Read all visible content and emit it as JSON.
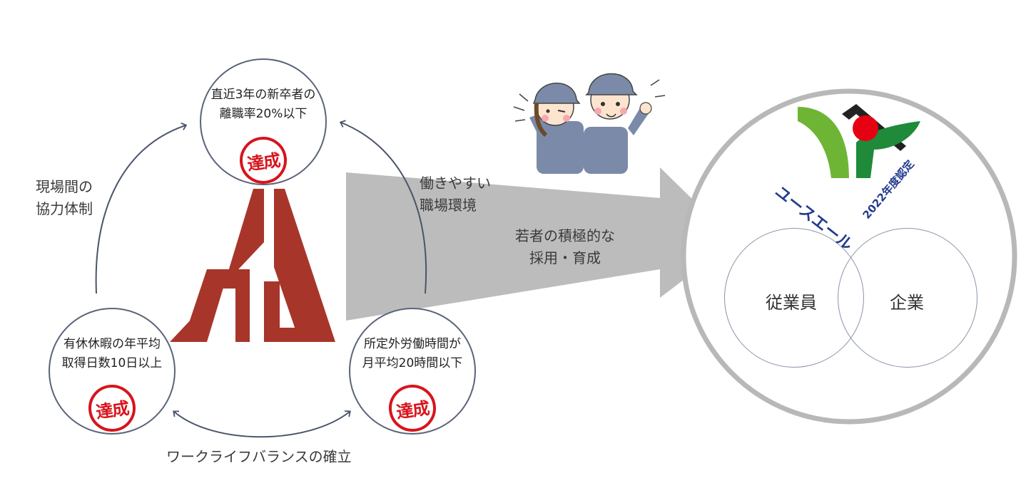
{
  "goals": {
    "top": {
      "line1": "直近3年の新卒者の",
      "line2": "離職率20%以下",
      "stamp": "達成"
    },
    "left": {
      "line1": "有休休暇の年平均",
      "line2": "取得日数10日以上",
      "stamp": "達成"
    },
    "right": {
      "line1": "所定外労働時間が",
      "line2": "月平均20時間以下",
      "stamp": "達成"
    }
  },
  "cycle_labels": {
    "left_line1": "現場間の",
    "left_line2": "協力体制",
    "right_line1": "働きやすい",
    "right_line2": "職場環境",
    "bottom": "ワークライフバランスの確立"
  },
  "arrow_text": {
    "line1": "若者の積極的な",
    "line2": "採用・育成"
  },
  "venn": {
    "left": "従業員",
    "right": "企業"
  },
  "badge": {
    "name": "ユースエール",
    "year": "2022年度認定"
  },
  "colors": {
    "logo": "#a8352a",
    "arrow": "#bcbcbc",
    "stamp": "#d8141c",
    "circle_outline": "#b8b8b8",
    "badge_green": "#6fb535",
    "badge_dark_green": "#1f8a3a",
    "badge_red": "#e60012",
    "badge_navy": "#213b8f"
  }
}
